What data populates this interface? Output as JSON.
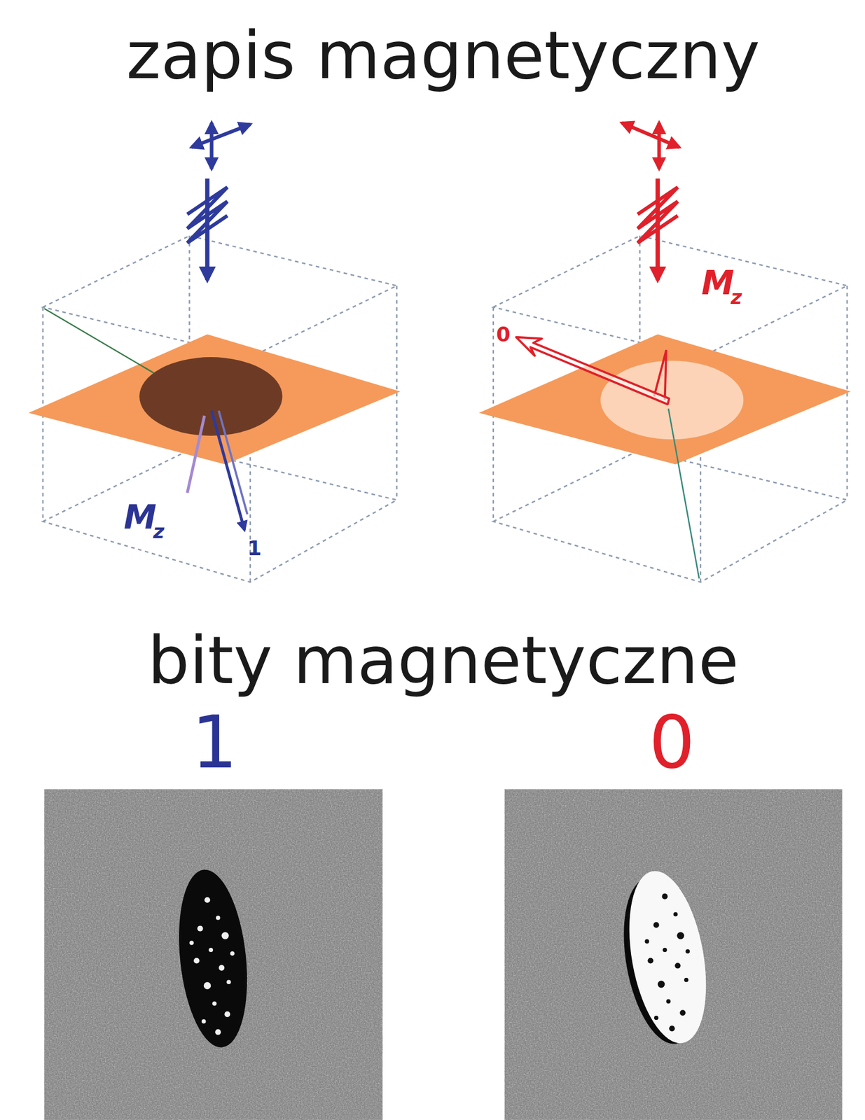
{
  "diagram": {
    "title": "zapis magnetyczny",
    "labels": [
      "bity magnetyczne",
      "M",
      "z",
      "1",
      "M",
      "z",
      "0",
      "1",
      "0"
    ]
  }
}
